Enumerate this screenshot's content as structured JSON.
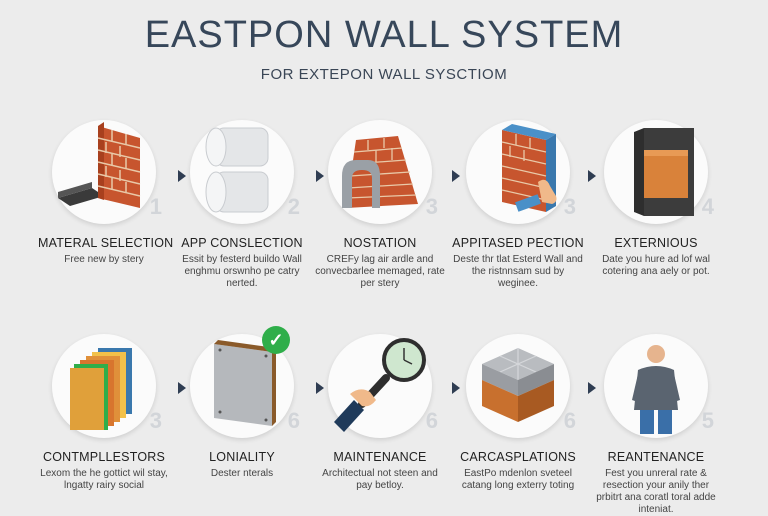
{
  "header": {
    "title": "EASTPON WALL SYSTEM",
    "subtitle": "FOR EXTEPON WALL SYSCTIOM"
  },
  "row1": [
    {
      "label": "MATERAL SELECTION",
      "desc": "Free new by stery",
      "num": "1",
      "icon": "brick-wall-corner-icon"
    },
    {
      "label": "APP CONSLECTION",
      "desc": "Essit by festerd buildo Wall enghmu orswnho pe catry nerted.",
      "num": "2",
      "icon": "insulation-rolls-icon"
    },
    {
      "label": "NOSTATION",
      "desc": "CREFy lag air ardle and convecbarlee memaged, rate per stery",
      "num": "3",
      "icon": "brick-arch-icon"
    },
    {
      "label": "APPITASED PECTION",
      "desc": "Deste thr tlat Esterd Wall and the ristnnsam sud by weginee.",
      "num": "3",
      "icon": "hand-on-brick-wall-icon"
    },
    {
      "label": "EXTERNIOUS",
      "desc": "Date you hure ad lof wal cotering ana aely or pot.",
      "num": "4",
      "icon": "wall-panel-section-icon"
    }
  ],
  "row2": [
    {
      "label": "CONTMPLLESTORS",
      "desc": "Lexom the he gottict wil stay, lngatty rairy social",
      "num": "3",
      "icon": "layered-panels-icon"
    },
    {
      "label": "LONIALITY",
      "desc": "Dester nterals",
      "num": "6",
      "icon": "checked-panel-icon"
    },
    {
      "label": "MAINTENANCE",
      "desc": "Architectual not steen and pay betloy.",
      "num": "6",
      "icon": "magnifier-inspection-icon"
    },
    {
      "label": "CARCASPLATIONS",
      "desc": "EastPo mdenlon sveteel catang long exterry toting",
      "num": "6",
      "icon": "block-cube-icon"
    },
    {
      "label": "REANTENANCE",
      "desc": "Fest you unreral rate & resection your anily ther prbitrt ana coratl toral adde inteniat.",
      "num": "5",
      "icon": "engineer-person-icon"
    }
  ],
  "colors": {
    "brick": "#c7552e",
    "mortar": "#e9c9a8",
    "accent_blue": "#4a90c8",
    "check_green": "#2fae4a",
    "arrow": "#2f3d52"
  }
}
